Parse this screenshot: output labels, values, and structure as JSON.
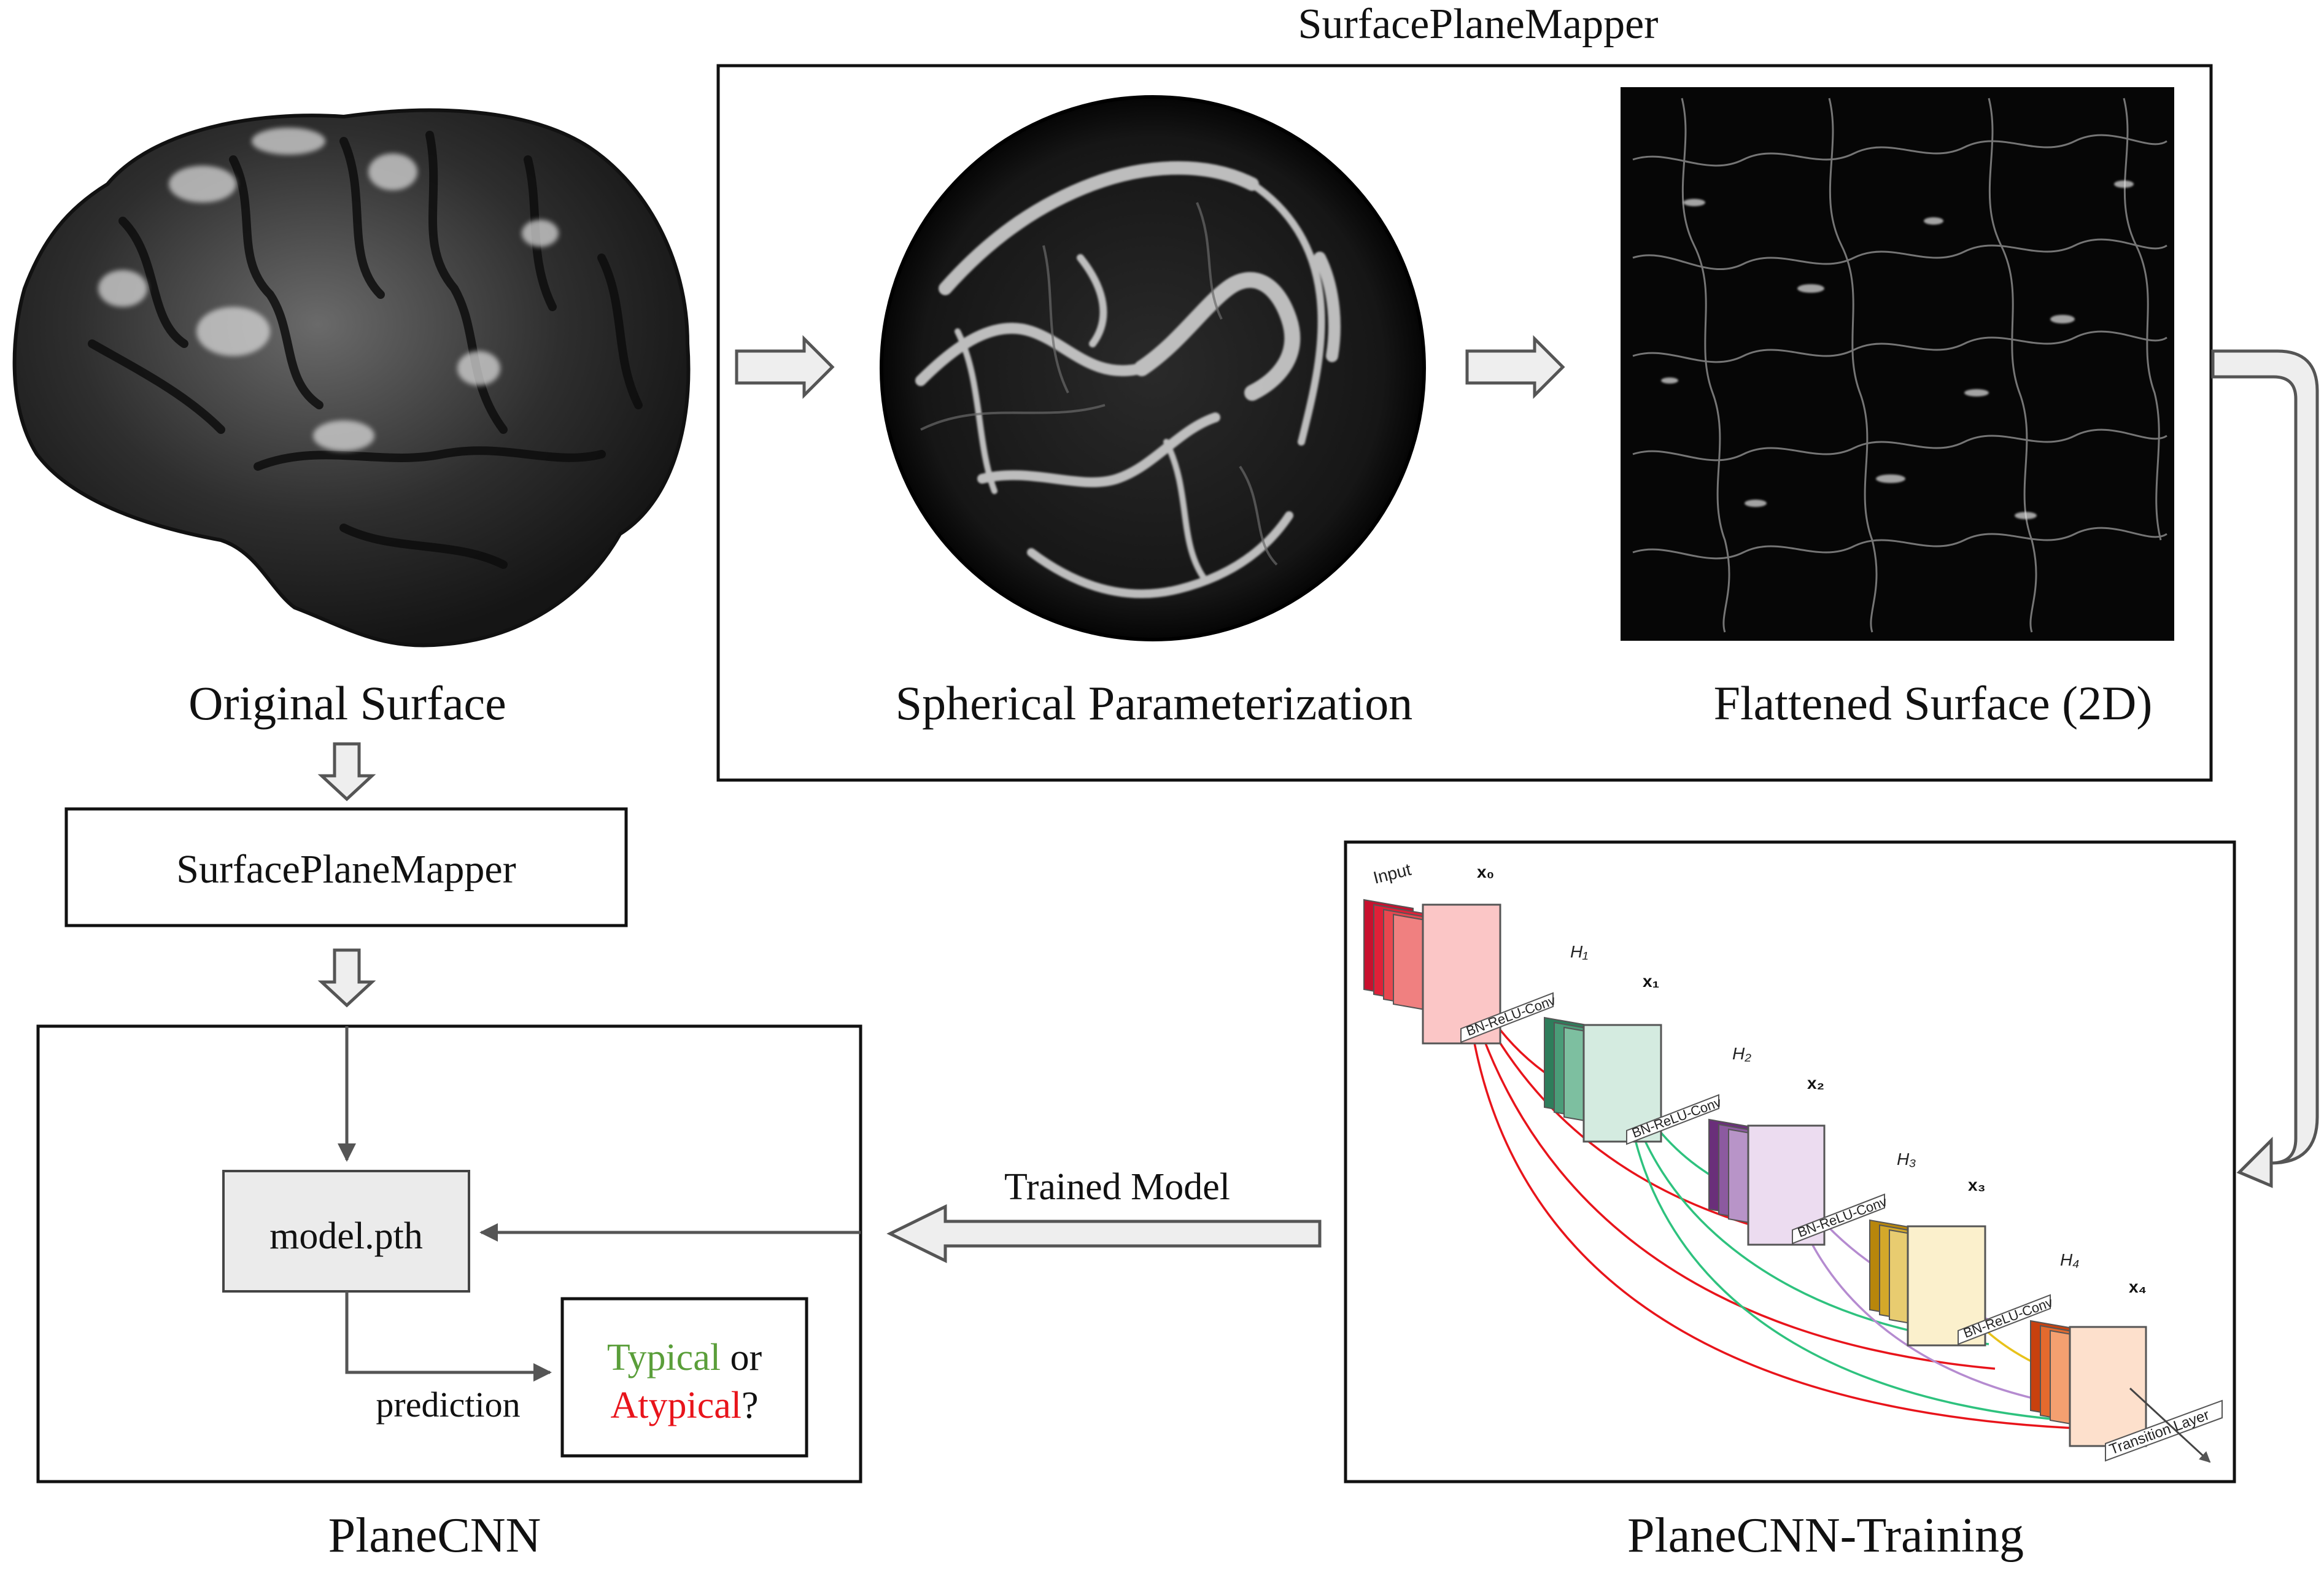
{
  "labels": {
    "top_title": "SurfacePlaneMapper",
    "original_surface": "Original Surface",
    "spherical": "Spherical Parameterization",
    "flattened": "Flattened Surface (2D)",
    "mapper_box": "SurfacePlaneMapper",
    "model": "model.pth",
    "prediction": "prediction",
    "typical": "Typical",
    "or": " or",
    "atypical": "Atypical",
    "question": "?",
    "trained_model": "Trained Model",
    "planecnn": "PlaneCNN",
    "planecnn_training": "PlaneCNN-Training"
  },
  "densenet": {
    "input": "Input",
    "x0": "x₀",
    "x1": "x₁",
    "x2": "x₂",
    "x3": "x₃",
    "x4": "x₄",
    "h1": "H₁",
    "h2": "H₂",
    "h3": "H₃",
    "h4": "H₄",
    "bn": "BN-ReLU-Conv",
    "transition": "Transition Layer"
  },
  "colors": {
    "typical": "#5a9e3a",
    "atypical": "#e8141b",
    "block0": "#c8102e",
    "block1": "#3a8f6b",
    "block2": "#7b3f8c",
    "block3": "#c99a1a",
    "block4": "#d9531e",
    "conn_red": "#e8141b",
    "conn_green": "#2ec27e",
    "conn_purple": "#b58bd0",
    "conn_yellow": "#e8c21a"
  }
}
